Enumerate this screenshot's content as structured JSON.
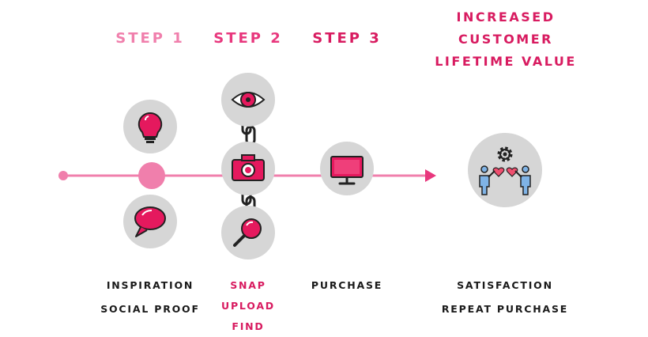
{
  "colors": {
    "step1": "#f07fac",
    "step2": "#e8377d",
    "step3": "#d81b60",
    "goal": "#d81b60",
    "circle": "#d6d6d6",
    "icon_fill": "#e5195e",
    "icon_stroke": "#222222",
    "text": "#1a1a1a"
  },
  "steps": [
    {
      "title": "STEP 1",
      "icons": [
        "lightbulb-icon",
        "speech-bubble-icon"
      ],
      "labels": [
        "INSPIRATION",
        "SOCIAL PROOF"
      ]
    },
    {
      "title": "STEP 2",
      "icons": [
        "eye-icon",
        "camera-icon",
        "magnifier-icon"
      ],
      "labels": [
        "SNAP",
        "UPLOAD",
        "FIND"
      ]
    },
    {
      "title": "STEP 3",
      "icons": [
        "monitor-icon"
      ],
      "labels": [
        "PURCHASE"
      ]
    }
  ],
  "goal": {
    "title_lines": [
      "INCREASED",
      "CUSTOMER",
      "LIFETIME VALUE"
    ],
    "icon": "people-hearts-gear-icon",
    "labels": [
      "SATISFACTION",
      "REPEAT PURCHASE"
    ]
  }
}
